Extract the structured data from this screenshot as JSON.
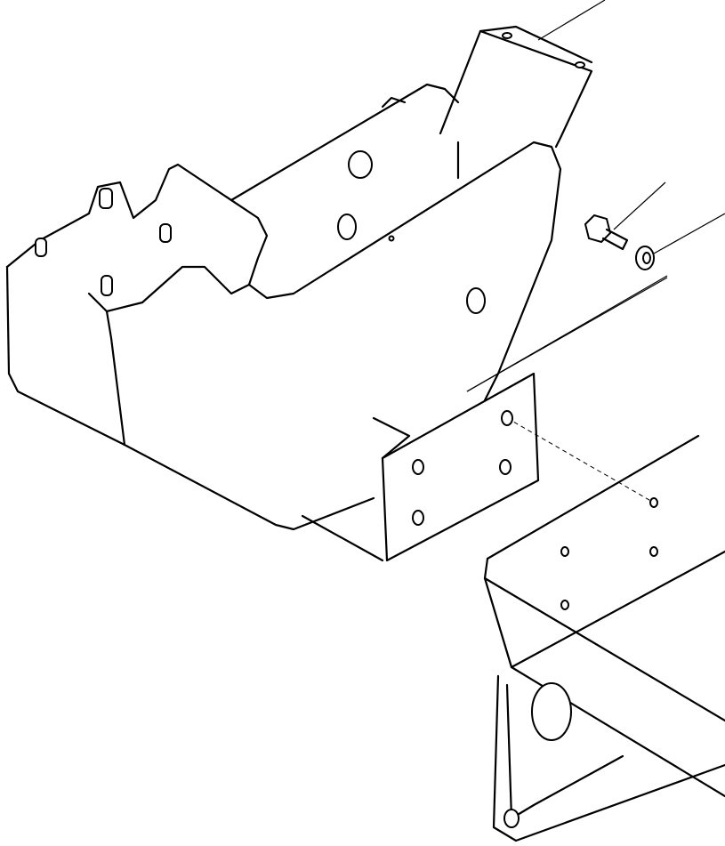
{
  "diagram": {
    "type": "exploded-parts-view",
    "colors": {
      "line": "#000000",
      "background": "#ffffff"
    },
    "parts": [
      "bracket-cover",
      "mounting-plate",
      "bolt",
      "washer",
      "frame"
    ]
  }
}
